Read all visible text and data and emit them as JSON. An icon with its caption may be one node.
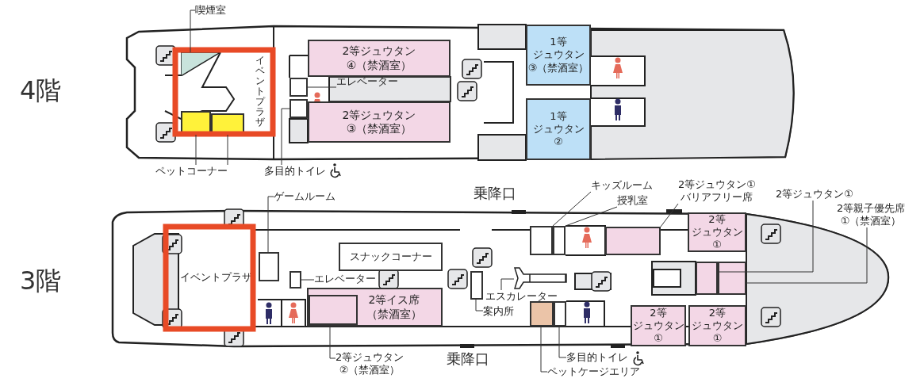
{
  "diagram": {
    "nodes": [
      {
        "text": [
          "喫煙室"
        ]
      },
      {
        "text": [],
        "shape": "triangle"
      },
      {
        "text": [
          "イベントプラザ"
        ]
      },
      {
        "text": [
          "ペットコーナー"
        ]
      },
      {
        "text": [],
        "shape": "box"
      },
      {
        "text": [],
        "shape": "box"
      },
      {
        "text": [
          "2等ジュウタン④（禁酒室）"
        ]
      },
      {
        "text": [
          "エレベーター"
        ]
      },
      {
        "text": [],
        "shape": "box"
      },
      {
        "text": [
          "2等ジュウタン③（禁酒室）"
        ]
      },
      {
        "text": [
          "多目的トイレ"
        ]
      },
      {
        "text": [],
        "shape": "box"
      },
      {
        "text": [
          "1等ジュウタン③（禁酒室）"
        ]
      },
      {
        "text": [
          "1等ジュウタン②"
        ]
      },
      {
        "text": [
          "ゲームルーム"
        ]
      },
      {
        "text": [],
        "shape": "box"
      },
      {
        "text": [
          "イベントプラザ"
        ]
      },
      {
        "text": [
          "スナックコーナー"
        ]
      },
      {
        "text": [
          "エレベーター"
        ]
      },
      {
        "text": [],
        "shape": "box"
      },
      {
        "text": [
          "2等イス席（禁酒室）"
        ]
      },
      {
        "text": [],
        "shape": "box",
        "in": 20
      },
      {
        "text": [
          "2等ジュウタン②（禁酒室）"
        ]
      },
      {
        "text": [
          "キッズルーム"
        ]
      },
      {
        "text": [],
        "shape": "box"
      },
      {
        "text": [
          "授乳室"
        ]
      },
      {
        "text": [],
        "shape": "box"
      },
      {
        "text": [
          "2等ジュウタン①バリアフリー席"
        ]
      },
      {
        "text": [],
        "shape": "box"
      },
      {
        "text": [
          "2等ジュウタン①"
        ]
      },
      {
        "text": [],
        "shape": "box"
      },
      {
        "text": [
          "2等親子優先席①（禁酒室）"
        ]
      },
      {
        "text": [],
        "shape": "box"
      },
      {
        "text": [
          "2等ジュウタン①"
        ]
      },
      {
        "text": [
          "エスカレーター"
        ]
      },
      {
        "text": [],
        "shape": "box"
      },
      {
        "text": [
          "案内所"
        ]
      },
      {
        "text": [],
        "shape": "box"
      },
      {
        "text": [
          "2等ジュウタン①"
        ]
      },
      {
        "text": [
          "2等ジュウタン①"
        ]
      },
      {
        "text": [
          "多目的トイレ"
        ]
      },
      {
        "text": [],
        "shape": "box"
      },
      {
        "text": [
          "ペットケージエリア"
        ]
      },
      {
        "text": [],
        "shape": "box"
      }
    ],
    "edges": [
      {
        "from": 0,
        "to": 1,
        "arrow": "none"
      },
      {
        "from": 3,
        "to": 4,
        "arrow": "none"
      },
      {
        "from": 3,
        "to": 5,
        "arrow": "none"
      },
      {
        "from": 7,
        "to": 8,
        "arrow": "none"
      },
      {
        "from": 10,
        "to": 11,
        "arrow": "none"
      },
      {
        "from": 14,
        "to": 15,
        "arrow": "none"
      },
      {
        "from": 18,
        "to": 19,
        "arrow": "none"
      },
      {
        "from": 22,
        "to": 21,
        "arrow": "none"
      },
      {
        "from": 23,
        "to": 24,
        "arrow": "none"
      },
      {
        "from": 25,
        "to": 26,
        "arrow": "none"
      },
      {
        "from": 27,
        "to": 28,
        "arrow": "none"
      },
      {
        "from": 29,
        "to": 30,
        "arrow": "none"
      },
      {
        "from": 31,
        "to": 32,
        "arrow": "none"
      },
      {
        "from": 34,
        "to": 35,
        "arrow": "none"
      },
      {
        "from": 36,
        "to": 37,
        "arrow": "none"
      },
      {
        "from": 40,
        "to": 41,
        "arrow": "none"
      },
      {
        "from": 42,
        "to": 43,
        "arrow": "none"
      }
    ],
    "labels": [
      "4階",
      "乗降口",
      "3階",
      "乗降口"
    ]
  }
}
